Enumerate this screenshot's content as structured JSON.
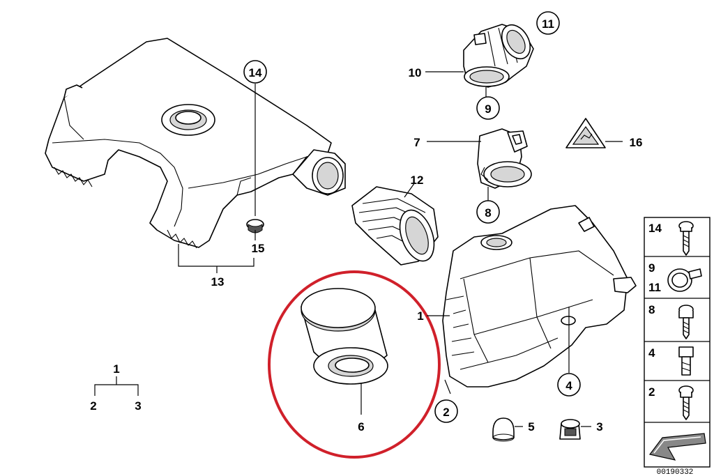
{
  "image_code": "00190332",
  "callouts": {
    "c1": "1",
    "c2": "2",
    "c4": "4",
    "c6": "6",
    "c7": "7",
    "c8": "8",
    "c9": "9",
    "c10": "10",
    "c11": "11",
    "c12": "12",
    "c13": "13",
    "c14": "14",
    "c15": "15",
    "c16": "16",
    "c3": "3",
    "c5": "5"
  },
  "tree": {
    "root": "1",
    "left": "2",
    "right": "3"
  },
  "sidebar": {
    "items": [
      "14",
      "9",
      "11",
      "8",
      "4",
      "2"
    ]
  },
  "colors": {
    "highlight": "#d0202a",
    "line": "#000000"
  }
}
